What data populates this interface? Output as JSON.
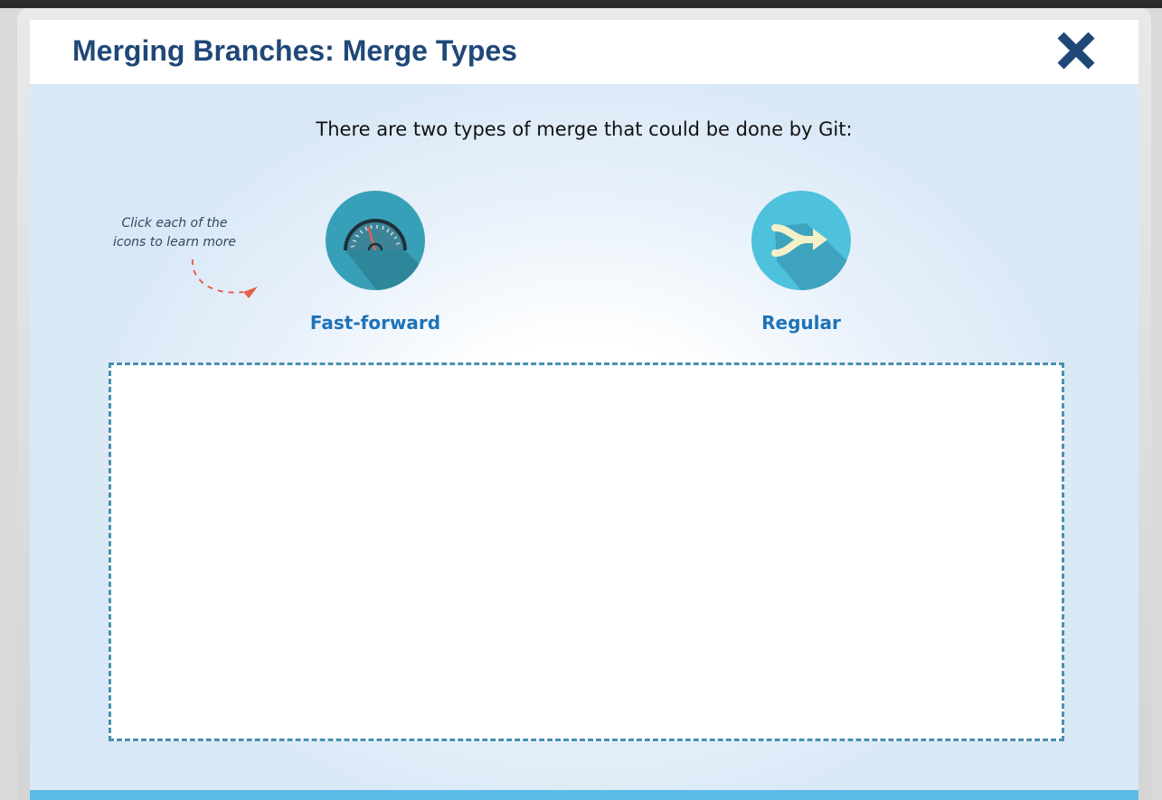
{
  "window": {
    "title": "Merging Branches: Merge Types",
    "close_icon": "close-x-icon"
  },
  "content": {
    "intro": "There are two types of merge that could be done by Git:",
    "hint": [
      "Click each of the",
      "icons to learn more"
    ],
    "merge_types": [
      {
        "label": "Fast-forward",
        "icon": "speedometer-icon",
        "color": "#37a0b8"
      },
      {
        "label": "Regular",
        "icon": "merge-arrow-icon",
        "color": "#4ec1dc"
      }
    ],
    "details_text": ""
  },
  "colors": {
    "title": "#1f4878",
    "close": "#1f4878",
    "label": "#1e73b8",
    "dashed_border": "#4a8fae",
    "footer_bar": "#5bbbe6",
    "hint_arrow": "#e8604a"
  }
}
